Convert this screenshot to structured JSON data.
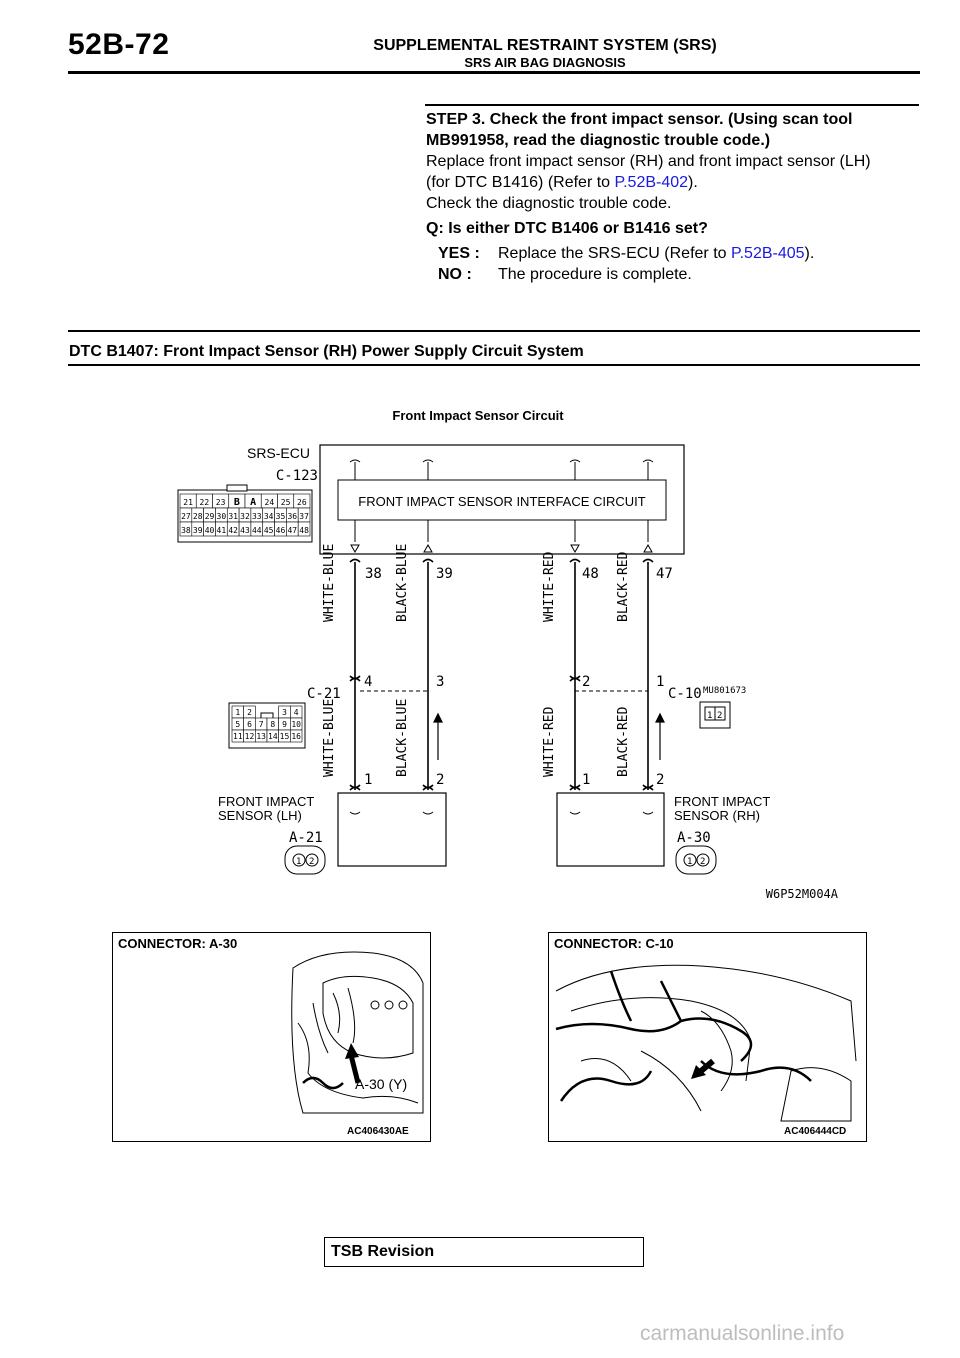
{
  "header": {
    "page_number": "52B-72",
    "title": "SUPPLEMENTAL RESTRAINT SYSTEM (SRS)",
    "subtitle": "SRS AIR BAG DIAGNOSIS"
  },
  "step3": {
    "heading_line1": "STEP 3. Check the front impact sensor. (Using scan tool",
    "heading_line2": "MB991958, read the diagnostic trouble code.)",
    "line1": "Replace front impact sensor (RH) and front impact sensor (LH)",
    "line2_pre": "(for DTC B1416) (Refer to ",
    "line2_link": "P.52B-402",
    "line2_post": ").",
    "line3": "Check the diagnostic trouble code.",
    "question": "Q: Is either DTC B1406 or B1416 set?",
    "yes_label": "YES :",
    "yes_pre": "Replace the SRS-ECU (Refer to ",
    "yes_link": "P.52B-405",
    "yes_post": ").",
    "no_label": "NO :",
    "no_text": "The procedure is complete."
  },
  "dtc_title": "DTC B1407: Front Impact Sensor (RH) Power Supply Circuit System",
  "diagram": {
    "title": "Front Impact Sensor Circuit",
    "ecu_label": "SRS-ECU",
    "ecu_connector": "C-123",
    "interface_label": "FRONT IMPACT SENSOR INTERFACE CIRCUIT",
    "ecu_connector_rows": [
      [
        "21",
        "22",
        "23",
        "B",
        "A",
        "24",
        "25",
        "26"
      ],
      [
        "27",
        "28",
        "29",
        "30",
        "31",
        "32",
        "33",
        "34",
        "35",
        "36",
        "37"
      ],
      [
        "38",
        "39",
        "40",
        "41",
        "42",
        "43",
        "44",
        "45",
        "46",
        "47",
        "48"
      ]
    ],
    "pins_top": [
      "38",
      "39",
      "48",
      "47"
    ],
    "wire_colors": [
      "WHITE-BLUE",
      "BLACK-BLUE",
      "WHITE-RED",
      "BLACK-RED"
    ],
    "c21_label": "C-21",
    "c10_label": "C-10",
    "c10_part": "MU801673",
    "pins_mid": [
      "4",
      "3",
      "2",
      "1"
    ],
    "c21_rows": [
      [
        "1",
        "2",
        "3",
        "4"
      ],
      [
        "5",
        "6",
        "7",
        "8",
        "9",
        "10"
      ],
      [
        "11",
        "12",
        "13",
        "14",
        "15",
        "16"
      ]
    ],
    "c10_pins": [
      "1",
      "2"
    ],
    "pins_bottom": [
      "1",
      "2",
      "1",
      "2"
    ],
    "lh_label_1": "FRONT IMPACT",
    "lh_label_2": "SENSOR (LH)",
    "rh_label_1": "FRONT IMPACT",
    "rh_label_2": "SENSOR (RH)",
    "lh_connector": "A-21",
    "rh_connector": "A-30",
    "sensor_pins": [
      "1",
      "2"
    ],
    "figure_code": "W6P52M004A"
  },
  "panels": {
    "left_title": "CONNECTOR: A-30",
    "left_callout": "A-30 (Y)",
    "left_code": "AC406430AE",
    "right_title": "CONNECTOR: C-10",
    "right_code": "AC406444CD"
  },
  "footer": {
    "tsb": "TSB Revision",
    "watermark": "carmanualsonline.info"
  }
}
